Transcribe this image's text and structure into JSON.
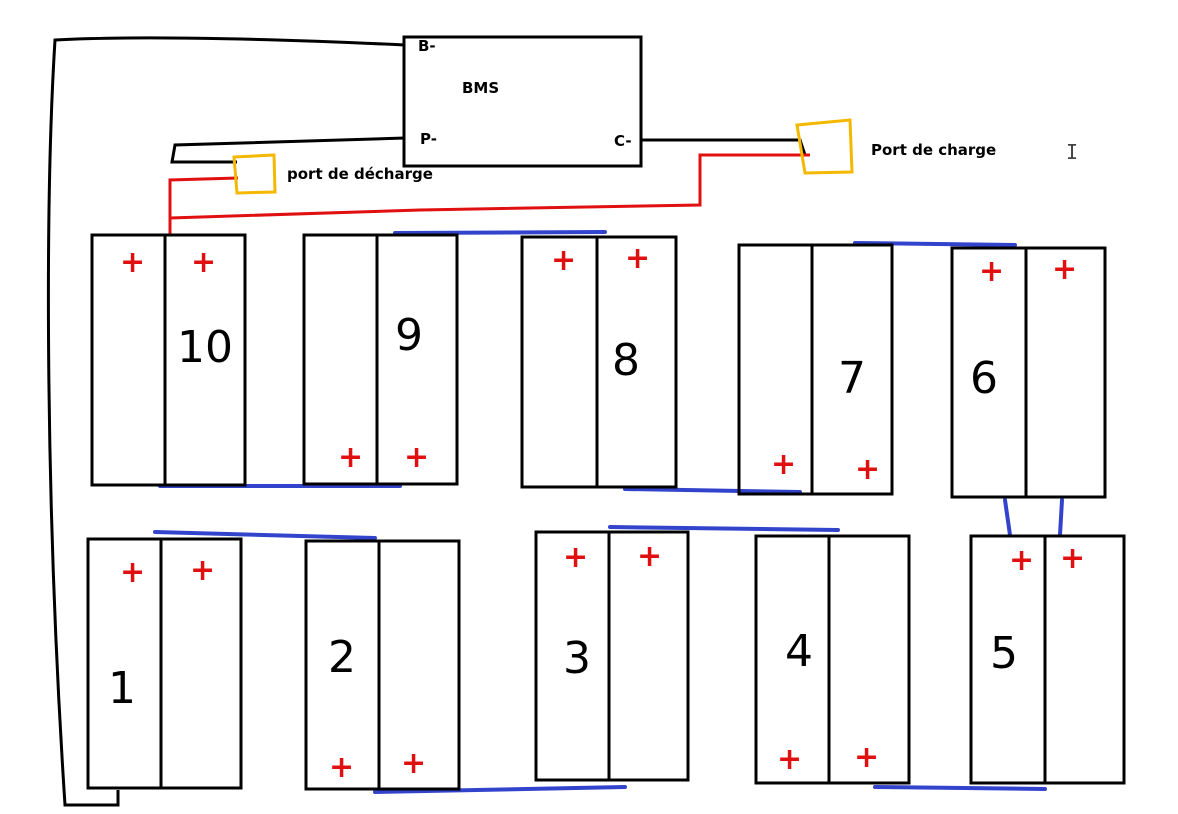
{
  "bms": {
    "title": "BMS",
    "b_minus": "B-",
    "p_minus": "P-",
    "c_minus": "C-"
  },
  "ports": {
    "discharge": "port de décharge",
    "charge": "Port de charge"
  },
  "plus_symbol": "+",
  "cursor_glyph": "I",
  "batteries": [
    {
      "number": "10"
    },
    {
      "number": "9"
    },
    {
      "number": "8"
    },
    {
      "number": "7"
    },
    {
      "number": "6"
    },
    {
      "number": "1"
    },
    {
      "number": "2"
    },
    {
      "number": "3"
    },
    {
      "number": "4"
    },
    {
      "number": "5"
    }
  ],
  "colors": {
    "wire_black": "#000000",
    "wire_red": "#e01010",
    "wire_blue": "#3344cc",
    "port_yellow": "#f5b800"
  }
}
